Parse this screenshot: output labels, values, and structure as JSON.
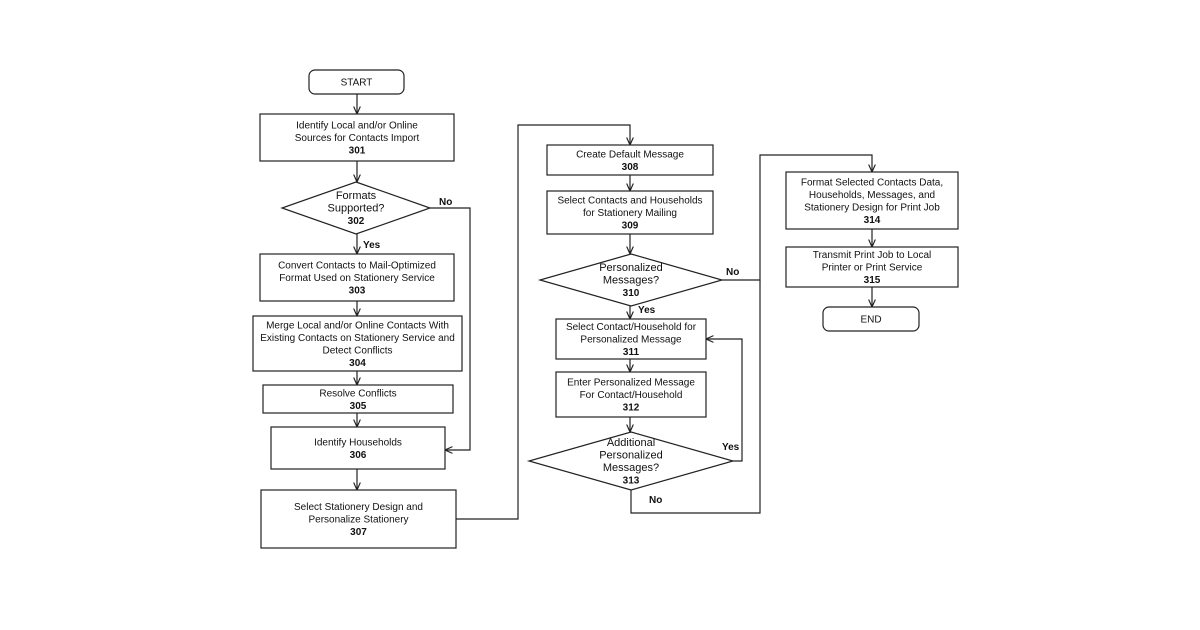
{
  "nodes": {
    "start": {
      "lines": [
        "START"
      ],
      "num": ""
    },
    "n301": {
      "lines": [
        "Identify  Local  and/or Online",
        "Sources for Contacts Import"
      ],
      "num": "301"
    },
    "n302": {
      "lines": [
        "Formats",
        "Supported?"
      ],
      "num": "302"
    },
    "n303": {
      "lines": [
        "Convert Contacts to Mail-Optimized",
        "Format Used on Stationery Service"
      ],
      "num": "303"
    },
    "n304": {
      "lines": [
        "Merge Local and/or Online Contacts With",
        "Existing Contacts on Stationery Service and",
        "Detect Conflicts"
      ],
      "num": "304"
    },
    "n305": {
      "lines": [
        "Resolve Conflicts"
      ],
      "num": "305"
    },
    "n306": {
      "lines": [
        "Identify Households"
      ],
      "num": "306"
    },
    "n307": {
      "lines": [
        "Select Stationery Design and",
        "Personalize Stationery"
      ],
      "num": "307"
    },
    "n308": {
      "lines": [
        "Create Default Message"
      ],
      "num": "308"
    },
    "n309": {
      "lines": [
        "Select Contacts and Households",
        "for Stationery Mailing"
      ],
      "num": "309"
    },
    "n310": {
      "lines": [
        "Personalized",
        "Messages?"
      ],
      "num": "310"
    },
    "n311": {
      "lines": [
        "Select Contact/Household for",
        "Personalized Message"
      ],
      "num": "311"
    },
    "n312": {
      "lines": [
        "Enter Personalized Message",
        "For Contact/Household"
      ],
      "num": "312"
    },
    "n313": {
      "lines": [
        "Additional",
        "Personalized",
        "Messages?"
      ],
      "num": "313"
    },
    "n314": {
      "lines": [
        "Format Selected Contacts Data,",
        "Households, Messages, and",
        "Stationery Design for Print Job"
      ],
      "num": "314"
    },
    "n315": {
      "lines": [
        "Transmit  Print  Job to Local",
        "Printer or Print Service"
      ],
      "num": "315"
    },
    "end": {
      "lines": [
        "END"
      ],
      "num": ""
    }
  },
  "edge_labels": {
    "n302_no": "No",
    "n302_yes": "Yes",
    "n310_no": "No",
    "n310_yes": "Yes",
    "n313_yes": "Yes",
    "n313_no": "No"
  }
}
